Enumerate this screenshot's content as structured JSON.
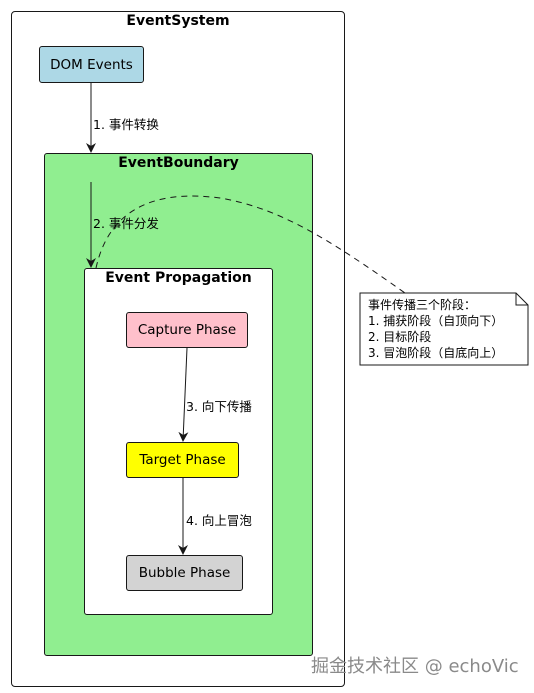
{
  "containers": {
    "event_system": "EventSystem",
    "event_boundary": "EventBoundary",
    "event_propagation": "Event Propagation"
  },
  "nodes": {
    "dom_events": "DOM Events",
    "capture_phase": "Capture Phase",
    "target_phase": "Target Phase",
    "bubble_phase": "Bubble Phase"
  },
  "edges": {
    "e1": "1. 事件转换",
    "e2": "2. 事件分发",
    "e3": "3. 向下传播",
    "e4": "4. 向上冒泡"
  },
  "note": {
    "lines": [
      "事件传播三个阶段：",
      "1. 捕获阶段（自顶向下）",
      "2. 目标阶段",
      "3. 冒泡阶段（自底向上）"
    ]
  },
  "watermark": "掘金技术社区 @ echoVic",
  "colors": {
    "dom_events": "#add8e6",
    "event_boundary": "#90ee90",
    "capture_phase": "#ffc0cb",
    "target_phase": "#ffff00",
    "bubble_phase": "#d3d3d3"
  }
}
